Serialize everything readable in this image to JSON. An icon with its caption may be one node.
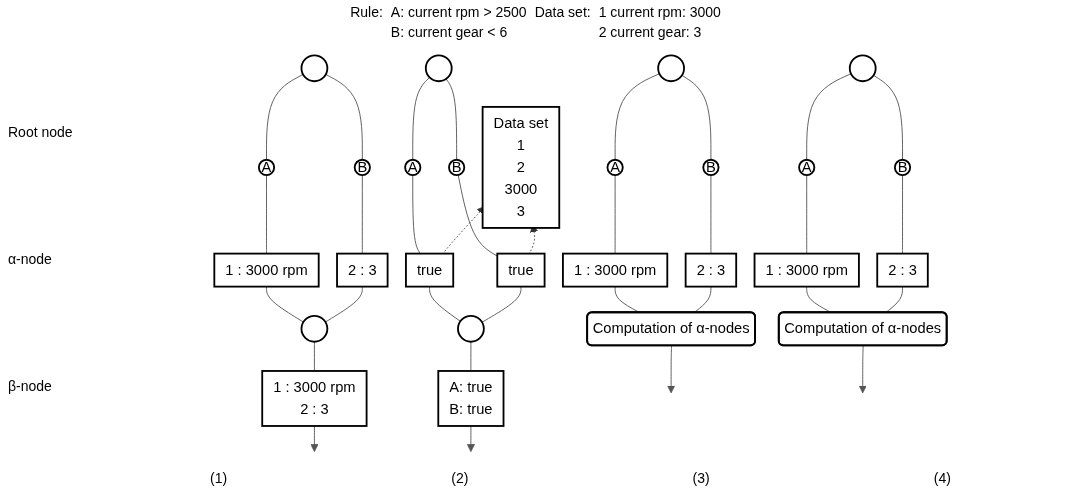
{
  "diagram": {
    "nodes": [
      {
        "text": [],
        "shape": "circle"
      },
      {
        "text": [
          "A"
        ]
      },
      {
        "text": [
          "B"
        ]
      },
      {
        "text": [
          "1 : 3000 rpm"
        ]
      },
      {
        "text": [
          "2 : 3"
        ]
      },
      {
        "text": [],
        "shape": "circle"
      },
      {
        "text": [
          "1 : 3000 rpm",
          "2 : 3"
        ]
      },
      {
        "text": [],
        "shape": "circle"
      },
      {
        "text": [
          "A"
        ]
      },
      {
        "text": [
          "B"
        ]
      },
      {
        "text": [
          "1 : 3000 rpm"
        ]
      },
      {
        "text": [
          "2 : 3"
        ]
      },
      {
        "text": [
          "Computation of α-nodes"
        ]
      },
      {
        "text": [],
        "shape": "circle"
      },
      {
        "text": [
          "A"
        ]
      },
      {
        "text": [
          "B"
        ]
      },
      {
        "text": [
          "1 : 3000 rpm"
        ]
      },
      {
        "text": [
          "2 : 3"
        ]
      },
      {
        "text": [
          "Computation of α-nodes"
        ]
      },
      {
        "text": [
          "Data set",
          "1",
          "2",
          "3000",
          "3"
        ]
      },
      {
        "text": [],
        "shape": "circle"
      },
      {
        "text": [
          "A"
        ]
      },
      {
        "text": [
          "B"
        ]
      },
      {
        "text": [
          "true"
        ]
      },
      {
        "text": [
          "true"
        ]
      },
      {
        "text": [],
        "shape": "circle"
      },
      {
        "text": [
          "A: true",
          "B: true"
        ]
      }
    ],
    "edges": [
      {
        "from": 0,
        "to": 1,
        "arrow": "none"
      },
      {
        "from": 0,
        "to": 2,
        "arrow": "none"
      },
      {
        "from": 1,
        "to": 3,
        "arrow": "none"
      },
      {
        "from": 2,
        "to": 4,
        "arrow": "none"
      },
      {
        "from": 3,
        "to": 5,
        "arrow": "none"
      },
      {
        "from": 4,
        "to": 5,
        "arrow": "none"
      },
      {
        "from": 5,
        "to": 6,
        "arrow": "none"
      },
      {
        "from": 6,
        "to": null,
        "arrow": "to"
      },
      {
        "from": 7,
        "to": 8,
        "arrow": "none"
      },
      {
        "from": 7,
        "to": 9,
        "arrow": "none"
      },
      {
        "from": 8,
        "to": 10,
        "arrow": "none"
      },
      {
        "from": 9,
        "to": 11,
        "arrow": "none"
      },
      {
        "from": 10,
        "to": 12,
        "arrow": "none"
      },
      {
        "from": 11,
        "to": 12,
        "arrow": "none"
      },
      {
        "from": 12,
        "to": null,
        "arrow": "to"
      },
      {
        "from": 13,
        "to": 14,
        "arrow": "none"
      },
      {
        "from": 13,
        "to": 15,
        "arrow": "none"
      },
      {
        "from": 14,
        "to": 16,
        "arrow": "none"
      },
      {
        "from": 15,
        "to": 17,
        "arrow": "none"
      },
      {
        "from": 16,
        "to": 18,
        "arrow": "none"
      },
      {
        "from": 17,
        "to": 18,
        "arrow": "none"
      },
      {
        "from": 18,
        "to": null,
        "arrow": "to"
      },
      {
        "from": 20,
        "to": 21,
        "arrow": "none"
      },
      {
        "from": 20,
        "to": 22,
        "arrow": "none"
      },
      {
        "from": 21,
        "to": 23,
        "arrow": "none"
      },
      {
        "from": 22,
        "to": 24,
        "arrow": "none"
      },
      {
        "from": 23,
        "to": 19,
        "arrow": "to",
        "style": "dashed"
      },
      {
        "from": 24,
        "to": 19,
        "arrow": "to",
        "style": "dashed"
      },
      {
        "from": 23,
        "to": 25,
        "arrow": "none"
      },
      {
        "from": 24,
        "to": 25,
        "arrow": "none"
      },
      {
        "from": 25,
        "to": 26,
        "arrow": "none"
      },
      {
        "from": 26,
        "to": null,
        "arrow": "to"
      }
    ],
    "labels": [
      "Rule:",
      "A: current rpm > 2500",
      "B: current gear < 6",
      "Data set:",
      "1 current rpm: 3000",
      "2 current gear: 3",
      "Root node",
      "α-node",
      "β-node",
      "(1)",
      "(2)",
      "(3)",
      "(4)"
    ]
  }
}
